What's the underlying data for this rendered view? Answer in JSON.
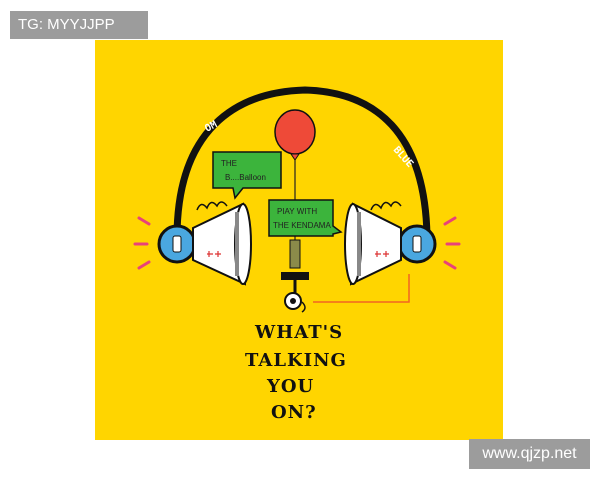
{
  "overlay": {
    "top_left_label": "TG: MYYJJPP",
    "watermark": "www.qjzp.net"
  },
  "artwork": {
    "background_color": "#ffd500",
    "bubble_left_line1": "THE",
    "bubble_left_line2": "B....Balloon",
    "bubble_center_line1": "PIAY WITH",
    "bubble_center_line2": "THE KENDAMA",
    "headband_left": "OM",
    "headband_right": "BLUE",
    "title_line1": "WHAT'S",
    "title_line2": "TALKING",
    "title_line3": "YOU",
    "title_line4": "ON?"
  }
}
